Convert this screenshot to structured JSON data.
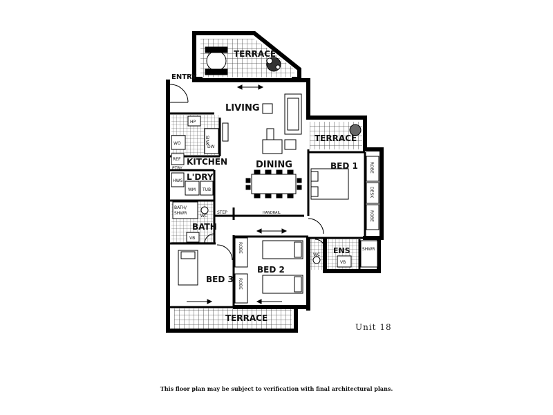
{
  "rooms": {
    "terrace_top": "TERRACE",
    "entry": "ENTRY",
    "living": "LIVING",
    "terrace_right": "TERRACE",
    "kitchen": "KITCHEN",
    "dining": "DINING",
    "bed1": "BED 1",
    "laundry": "L'DRY",
    "bath": "BATH",
    "ens": "ENS",
    "bed2": "BED 2",
    "bed3": "BED 3",
    "terrace_bottom": "TERRACE"
  },
  "fixtures": {
    "hp": "HP",
    "wo": "WO",
    "sink": "SINK",
    "dw": "DW",
    "ref": "REF",
    "ptry": "PTRY",
    "hws": "HWS",
    "wm": "WM",
    "tub": "TUB",
    "bath_shwr_1": "BATH/",
    "bath_shwr_2": "SHWR",
    "wc_bath": "WC",
    "vb_bath": "VB",
    "step": "STEP",
    "handrail": "HANDRAIL",
    "robe_bed1_top": "ROBE",
    "desk": "DESK",
    "robe_bed1_bottom": "ROBE",
    "wc_ens": "WC",
    "vb_ens": "VB",
    "shwr_ens": "SHWR",
    "robe_bed2_top": "ROBE",
    "robe_bed2_bottom": "ROBE"
  },
  "unit_label": "Unit 18",
  "disclaimer": "This floor plan may be subject to verification with final architectural plans."
}
